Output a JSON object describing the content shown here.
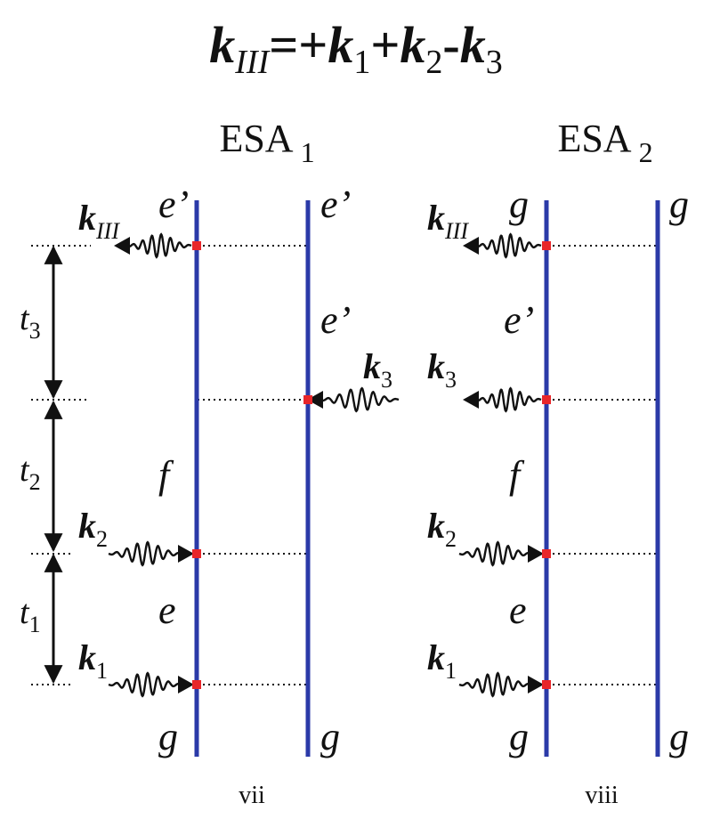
{
  "title": {
    "lhs_letter": "k",
    "lhs_sub": "III",
    "rhs": [
      {
        "op": "=+",
        "letter": "k",
        "sub": "1"
      },
      {
        "op": "+",
        "letter": "k",
        "sub": "2"
      },
      {
        "op": "-",
        "letter": "k",
        "sub": "3"
      }
    ]
  },
  "panels": [
    {
      "id": "esa1",
      "heading": "ESA",
      "heading_sub": "1",
      "caption": "vii",
      "left_line_labels": {
        "top": "e’",
        "f": "f",
        "e": "e",
        "bottom": "g"
      },
      "right_line_labels": {
        "top": "e’",
        "mid": "e’",
        "bottom": "g"
      },
      "pulses": {
        "k1": "1",
        "k2": "2",
        "k3": "3",
        "kIII": "III"
      }
    },
    {
      "id": "esa2",
      "heading": "ESA",
      "heading_sub": "2",
      "caption": "viii",
      "left_line_labels": {
        "top": "g",
        "mid": "e’",
        "f": "f",
        "e": "e",
        "bottom": "g"
      },
      "right_line_labels": {
        "top": "g",
        "bottom": "g"
      },
      "pulses": {
        "k1": "1",
        "k2": "2",
        "k3": "3",
        "kIII": "III"
      }
    }
  ],
  "time_intervals": [
    {
      "letter": "t",
      "sub": "3"
    },
    {
      "letter": "t",
      "sub": "2"
    },
    {
      "letter": "t",
      "sub": "1"
    }
  ],
  "colors": {
    "line": "#2b3aa8",
    "vertex": "#e8262a",
    "ink": "#111111"
  }
}
